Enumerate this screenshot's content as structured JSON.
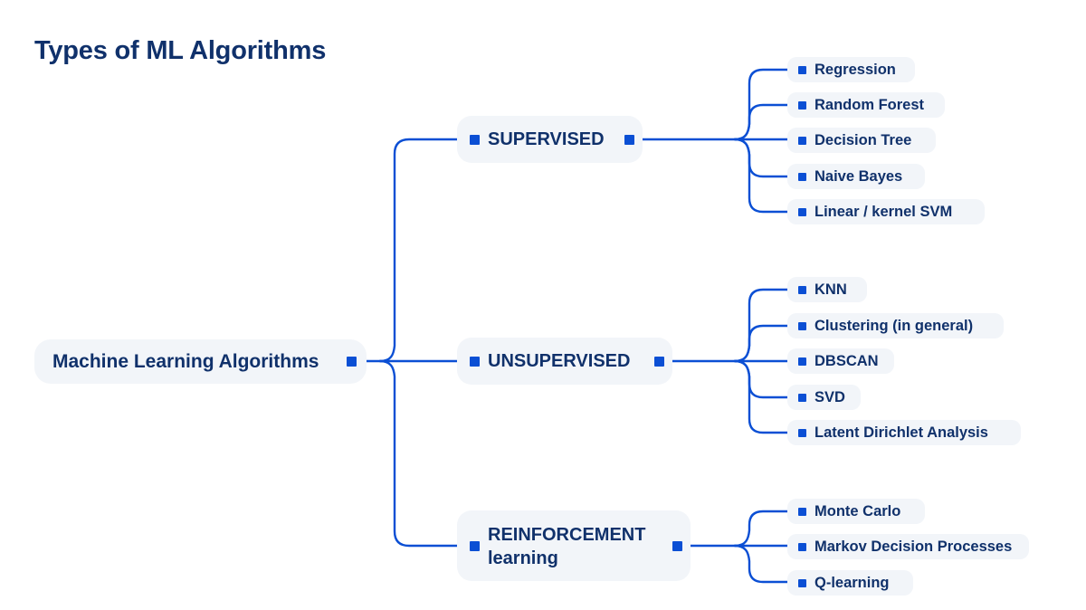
{
  "page": {
    "title": "Types of ML Algorithms",
    "background": "#ffffff"
  },
  "theme": {
    "text_color": "#10316b",
    "node_fill": "#f2f5f9",
    "link_color": "#0b4fd4",
    "marker_color": "#0b4fd4"
  },
  "chart_data": {
    "type": "diagram",
    "title": "Types of ML Algorithms",
    "root": "Machine Learning Algorithms",
    "branches": [
      {
        "label": "SUPERVISED",
        "children": [
          "Regression",
          "Random Forest",
          "Decision Tree",
          "Naive Bayes",
          "Linear / kernel SVM"
        ]
      },
      {
        "label": "UNSUPERVISED",
        "children": [
          "KNN",
          "Clustering (in general)",
          "DBSCAN",
          "SVD",
          "Latent Dirichlet Analysis"
        ]
      },
      {
        "label": "REINFORCEMENT learning",
        "label_line1": "REINFORCEMENT",
        "label_line2": "learning",
        "children": [
          "Monte Carlo",
          "Markov Decision Processes",
          "Q-learning"
        ]
      }
    ]
  },
  "mindmap": {
    "root": {
      "label": "Machine Learning Algorithms"
    },
    "supervised": {
      "label": "SUPERVISED",
      "children": [
        {
          "label": "Regression"
        },
        {
          "label": "Random Forest"
        },
        {
          "label": "Decision Tree"
        },
        {
          "label": "Naive Bayes"
        },
        {
          "label": "Linear / kernel SVM"
        }
      ]
    },
    "unsupervised": {
      "label": "UNSUPERVISED",
      "children": [
        {
          "label": "KNN"
        },
        {
          "label": "Clustering (in general)"
        },
        {
          "label": "DBSCAN"
        },
        {
          "label": "SVD"
        },
        {
          "label": "Latent Dirichlet Analysis"
        }
      ]
    },
    "reinforcement": {
      "label_line1": "REINFORCEMENT",
      "label_line2": "learning",
      "children": [
        {
          "label": "Monte Carlo"
        },
        {
          "label": "Markov Decision Processes"
        },
        {
          "label": "Q-learning"
        }
      ]
    }
  }
}
